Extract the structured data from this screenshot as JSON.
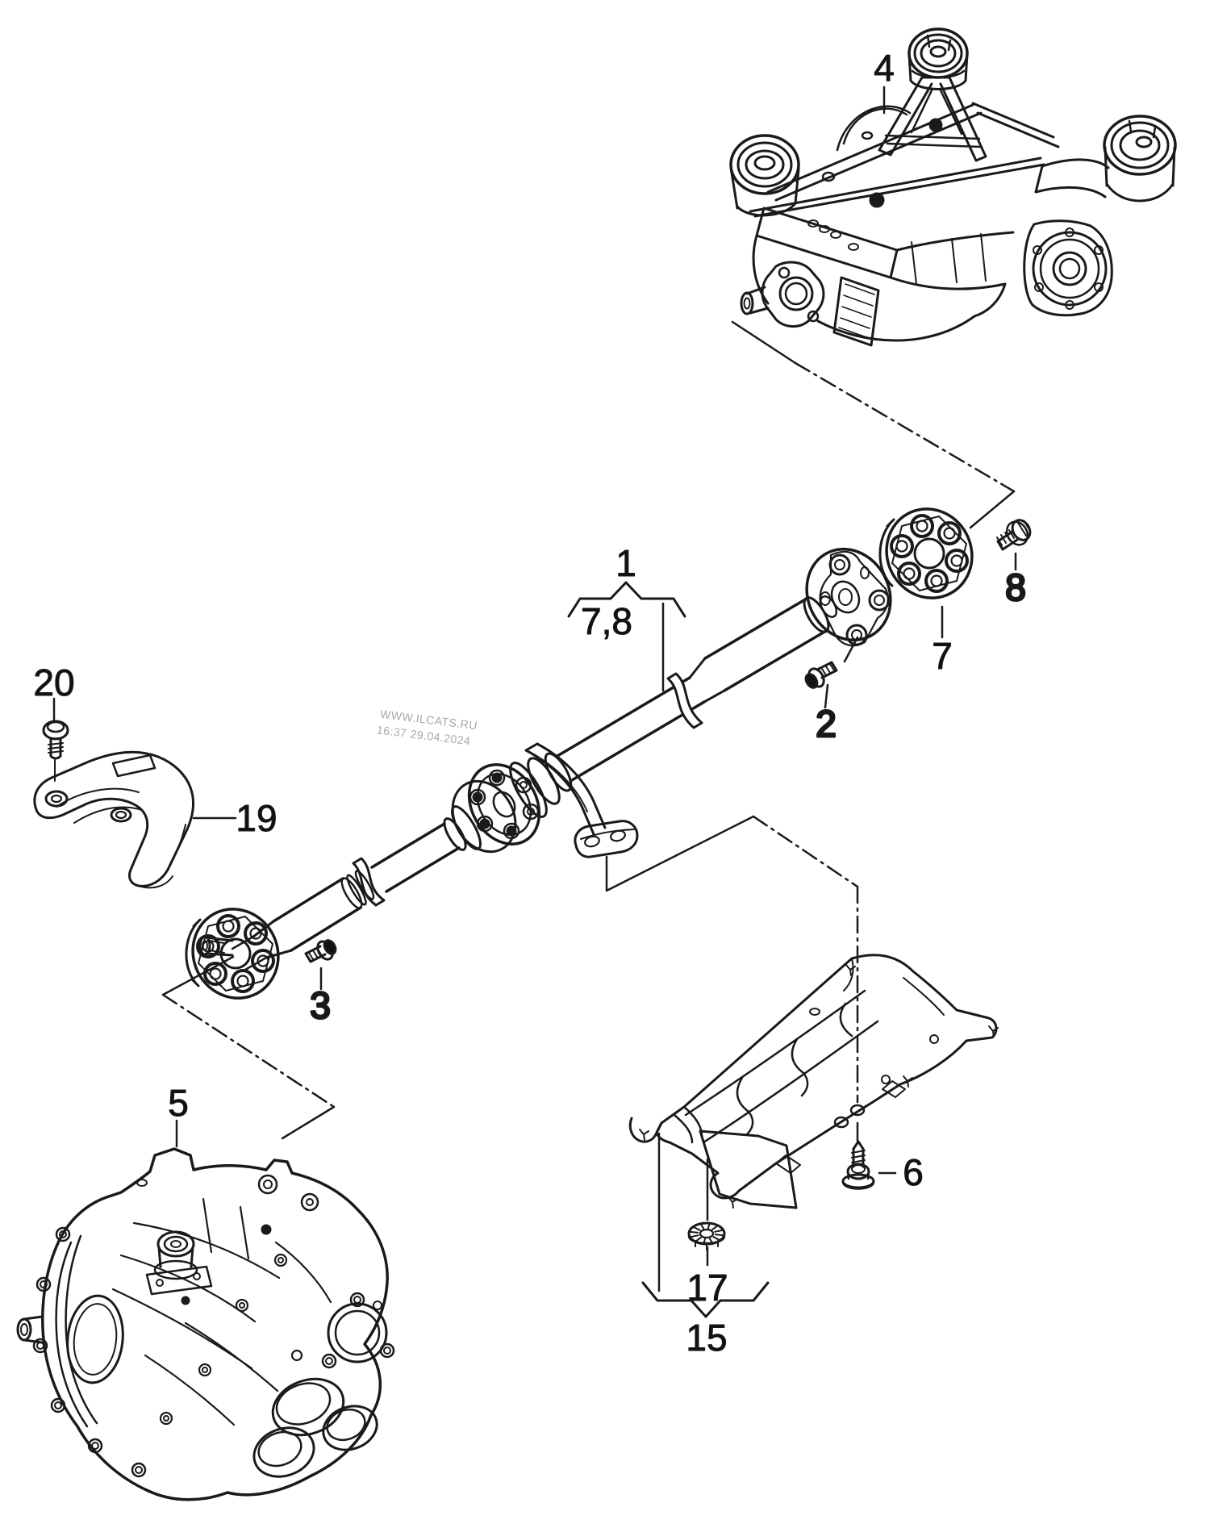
{
  "page": {
    "background": "#ffffff"
  },
  "colors": {
    "line": "#1a1a1a",
    "label": "#111111",
    "watermark": "#a8a8a8"
  },
  "watermark": {
    "line1": "WWW.ILCATS.RU",
    "line2": "16:37 29.04.2024"
  },
  "callouts": {
    "c1": "1",
    "c2": "2",
    "c3": "3",
    "c4": "4",
    "c5": "5",
    "c6": "6",
    "c7": "7",
    "c78": "7,8",
    "c8": "8",
    "c15": "15",
    "c17": "17",
    "c19": "19",
    "c20": "20"
  }
}
